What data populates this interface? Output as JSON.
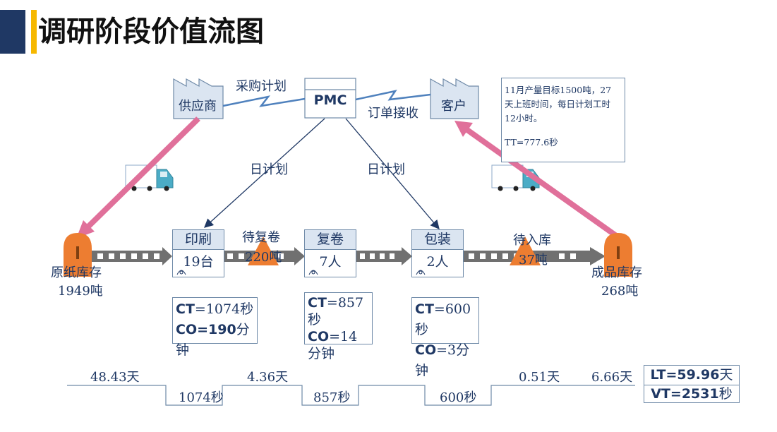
{
  "title": "调研阶段价值流图",
  "supplier": "供应商",
  "customer": "客户",
  "pmc": "PMC",
  "purchase_plan": "采购计划",
  "order_receive": "订单接收",
  "daily_plan_left": "日计划",
  "daily_plan_right": "日计划",
  "note": {
    "line1": "11月产量目标1500吨，27",
    "line2": "天上班时间，每日计划工时",
    "line3": "12小时。",
    "line4": "TT=777.6秒"
  },
  "raw_inventory": {
    "label": "原纸库存",
    "value": "1949吨"
  },
  "finished_inventory": {
    "label": "成品库存",
    "value": "268吨"
  },
  "wait_rewind": {
    "label": "待复卷",
    "value": "220吨"
  },
  "wait_store": {
    "label": "待入库",
    "value": "37吨"
  },
  "processes": [
    {
      "name": "印刷",
      "count": "19台",
      "ct_key": "CT",
      "ct_val": "=1074秒",
      "co_key": "CO=190",
      "co_val": "分钟"
    },
    {
      "name": "复卷",
      "count": "7人",
      "ct_key": "CT",
      "ct_val": "=857秒",
      "co_key": "CO",
      "co_val": "=14分钟"
    },
    {
      "name": "包装",
      "count": "2人",
      "ct_key": "CT",
      "ct_val": "=600秒",
      "co_key": "CO",
      "co_val": "=3分钟"
    }
  ],
  "timeline": {
    "upper": [
      "48.43天",
      "4.36天",
      "0.51天",
      "6.66天"
    ],
    "lower": [
      "1074秒",
      "857秒",
      "600秒"
    ]
  },
  "summary": {
    "lt_key": "LT=59.96",
    "lt_unit": "天",
    "vt_key": "VT=2531",
    "vt_unit": "秒"
  },
  "colors": {
    "title_dark": "#1f3864",
    "title_accent": "#f6b800",
    "pink_arrow": "#e0709a",
    "inventory_orange": "#ed7d31",
    "push_arrow_gray": "#707070",
    "truck_blue": "#4bacc6",
    "line_navy": "#1f3864",
    "box_border": "#6f8aa8"
  }
}
